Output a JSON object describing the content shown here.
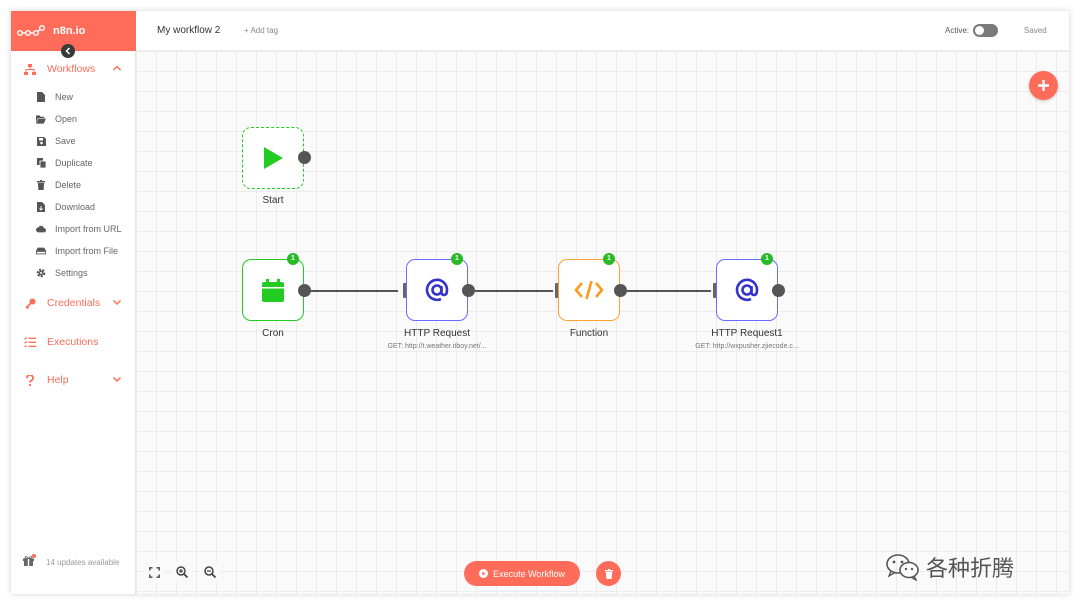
{
  "sidebar": {
    "brand": "n8n.io",
    "sections": {
      "workflows": "Workflows",
      "credentials": "Credentials",
      "executions": "Executions",
      "help": "Help"
    },
    "workflow_items": [
      "New",
      "Open",
      "Save",
      "Duplicate",
      "Delete",
      "Download",
      "Import from URL",
      "Import from File",
      "Settings"
    ],
    "updates": "14 updates available"
  },
  "header": {
    "workflow_name": "My workflow 2",
    "add_tag": "+ Add tag",
    "active_label": "Active:",
    "active": false,
    "saved_status": "Saved"
  },
  "nodes": {
    "start": {
      "label": "Start"
    },
    "cron": {
      "label": "Cron",
      "badge": "1"
    },
    "http1": {
      "label": "HTTP Request",
      "subtitle": "GET: http://t.weather.itboy.net/...",
      "badge": "1"
    },
    "function": {
      "label": "Function",
      "badge": "1"
    },
    "http2": {
      "label": "HTTP Request1",
      "subtitle": "GET: http://wxpusher.zjiecode.c...",
      "badge": "1"
    }
  },
  "canvas": {
    "execute_label": "Execute Workflow"
  },
  "watermark": "各种折腾",
  "colors": {
    "accent": "#ff6d5a",
    "trigger_green": "#22cc22",
    "http_blue": "#3333cc",
    "function_orange": "#ff9922"
  }
}
